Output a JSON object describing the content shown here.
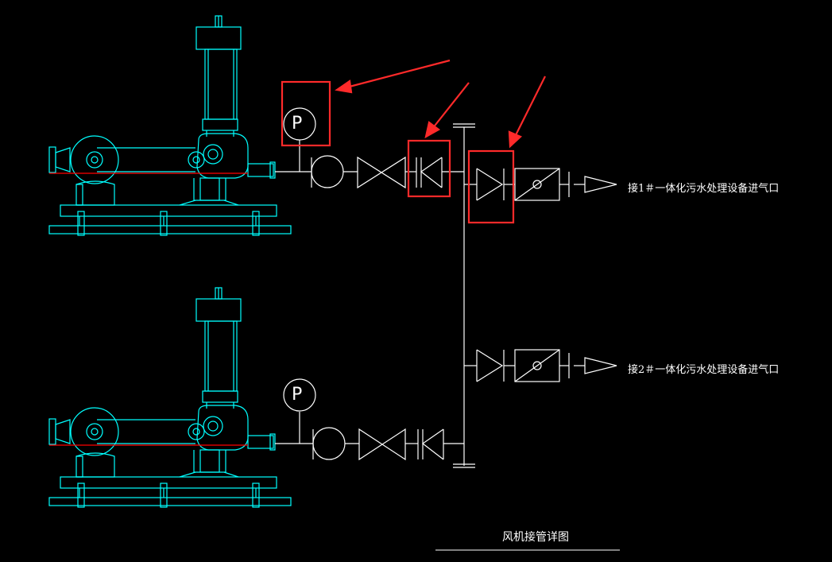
{
  "colors": {
    "background": "#000000",
    "equipment": "#00ffff",
    "piping": "#ffffff",
    "centerline": "#ff0000",
    "highlight": "#ff2a2a"
  },
  "gauge_letter": "P",
  "outlets": [
    {
      "label": "接1＃一体化污水处理设备进气口"
    },
    {
      "label": "接2＃一体化污水处理设备进气口"
    }
  ],
  "title": "风机接管详图",
  "icons": [
    "blower-unit",
    "pressure-gauge",
    "flexible-joint",
    "gate-valve",
    "check-valve",
    "flow-valve",
    "silencer",
    "arrow"
  ]
}
